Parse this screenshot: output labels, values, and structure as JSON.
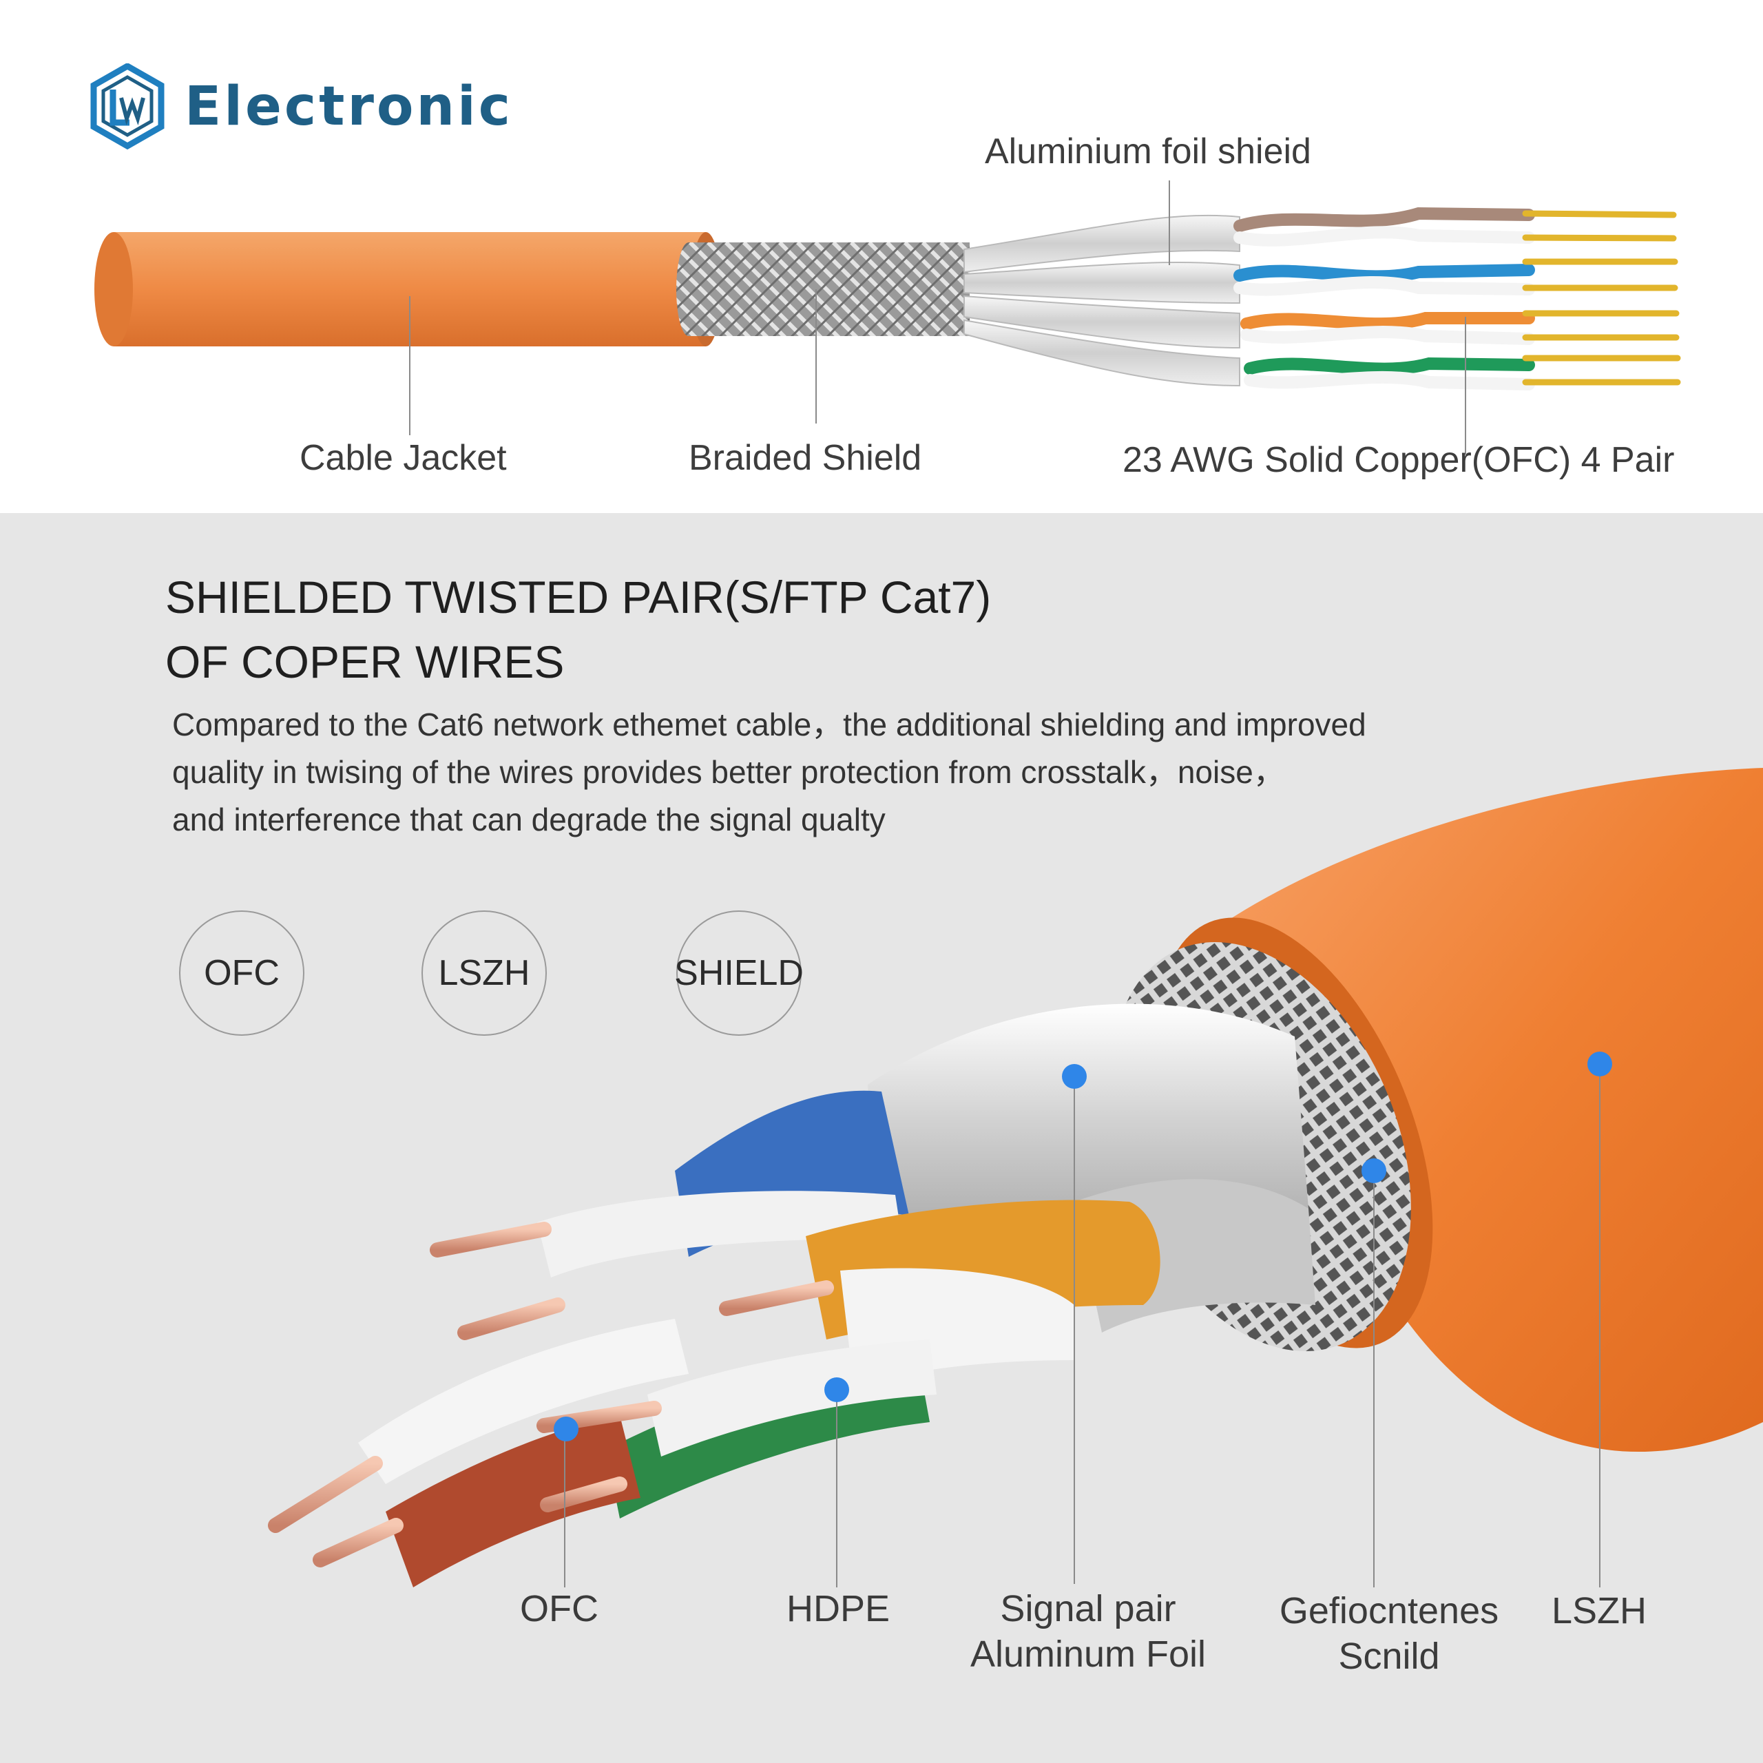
{
  "brand": {
    "name": "Electronic",
    "logo_letters": "LW"
  },
  "top_diagram": {
    "labels": {
      "foil": "Aluminium foil shieid",
      "jacket": "Cable Jacket",
      "braid": "Braided Shield",
      "conductors": "23 AWG Solid Copper(OFC) 4 Pair"
    }
  },
  "section": {
    "title_line1": "SHIELDED TWISTED PAIR(S/FTP Cat7)",
    "title_line2": "OF COPER WIRES",
    "desc_line1": "Compared to the Cat6 network ethemet cable，the additional shielding and improved",
    "desc_line2": "quality in twising of the wires provides better protection from crosstalk，noise，",
    "desc_line3": "and interference that can degrade the signal qualty"
  },
  "badges": [
    "OFC",
    "LSZH",
    "SHIELD"
  ],
  "callouts": {
    "ofc": "OFC",
    "hdpe": "HDPE",
    "signal_line1": "Signal pair",
    "signal_line2": "Aluminum Foil",
    "shield_line1": "Gefiocntenes",
    "shield_line2": "Scnild",
    "lszh": "LSZH"
  },
  "colors": {
    "jacket_orange": "#f0883e",
    "brand_blue": "#1f5f86",
    "dot_blue": "#2f86e8",
    "copper": "#e8a789"
  }
}
